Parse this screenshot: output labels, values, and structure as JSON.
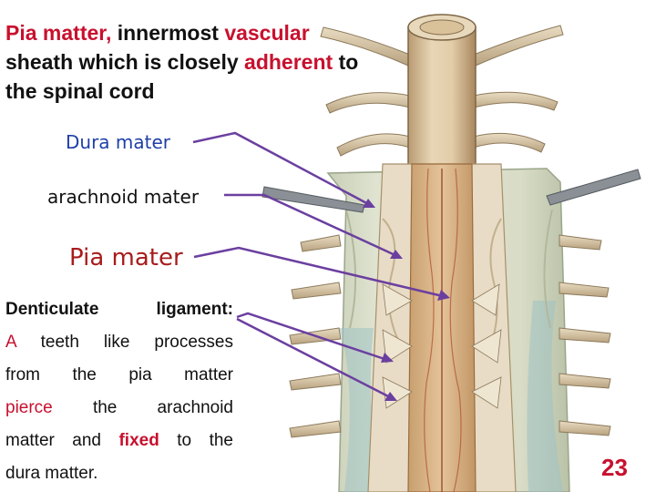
{
  "title": {
    "part1": "Pia matter,",
    "part2": " innermost ",
    "part3": "vascular",
    "part4": " sheath which is closely ",
    "part5": "adherent",
    "part6": " to the spinal cord"
  },
  "labels": {
    "dura": "Dura  mater",
    "arachnoid": "arachnoid mater",
    "pia": "Pia mater"
  },
  "denticulate": {
    "heading": "Denticulate  ligament:",
    "line1a": "A",
    "line1b": " teeth like processes",
    "line2": "from the pia matter",
    "line3a": "pierce",
    "line3b": " the arachnoid",
    "line4a": "matter and ",
    "line4b": "fixed",
    "line4c": " to the",
    "line5": "dura matter."
  },
  "page_number": "23",
  "colors": {
    "arrow": "#6b3fa0",
    "accent_red": "#c8102e",
    "dura_blue": "#1f3fa8",
    "pia_red": "#a81c1c"
  }
}
